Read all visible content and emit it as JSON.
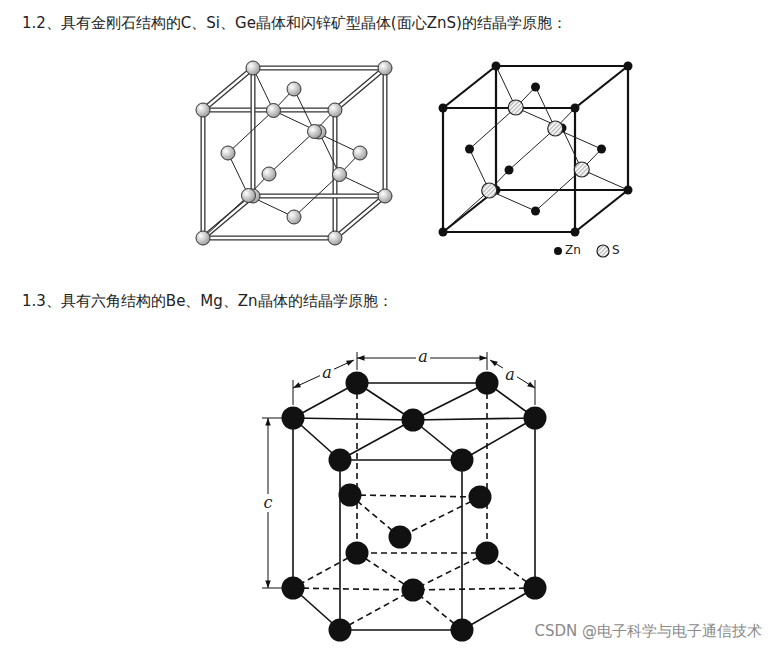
{
  "diagram": {
    "labels": [
      "1.2、具有金刚石结构的C、Si、Ge晶体和闪锌矿型晶体(面心ZnS)的结晶学原胞：",
      "1.3、具有六角结构的Be、Mg、Zn晶体的结晶学原胞：",
      "a",
      "a",
      "a",
      "c",
      "CSDN @电子科学与电子通信技术"
    ],
    "legend": [
      {
        "text": "Zn"
      },
      {
        "text": "S"
      }
    ]
  }
}
